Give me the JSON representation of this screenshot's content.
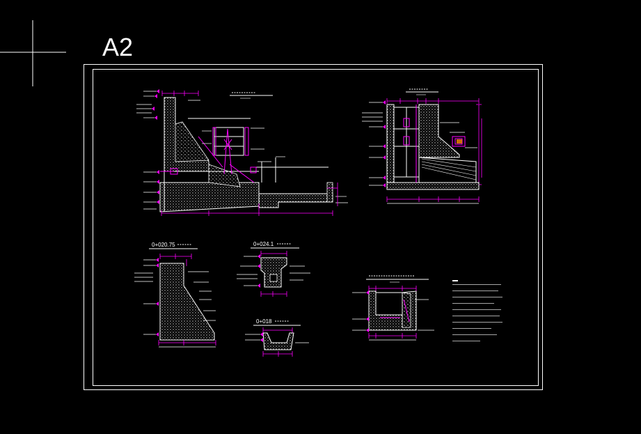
{
  "sheet": {
    "size_label": "A2"
  },
  "colors": {
    "background": "#000000",
    "line": "#ffffff",
    "dimension": "#ff00ff",
    "hatch": "#cfcfcf"
  },
  "sections": [
    {
      "id": "s1",
      "title": "0+020.75"
    },
    {
      "id": "s2",
      "title": "0+024.1"
    },
    {
      "id": "s3",
      "title": "0+018"
    }
  ],
  "notes": {
    "line_count": 10
  }
}
